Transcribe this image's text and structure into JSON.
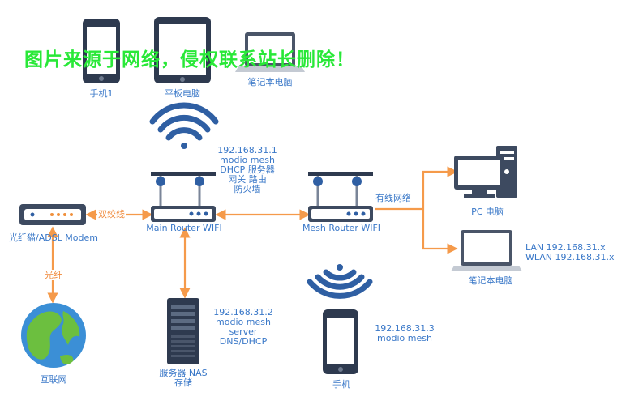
{
  "watermark": "图片来源于网络，侵权联系站长删除！",
  "devices": {
    "phone_top": "手机1",
    "tablet": "平板电脑",
    "laptop_top": "笔记本电脑",
    "modem": "光纤猫/ADSL Modem",
    "globe": "互联网",
    "main_router": "Main Router WIFI",
    "mesh_router": "Mesh Router WIFI",
    "pc": "PC 电脑",
    "laptop_right": "笔记本电脑",
    "server": "服务器 NAS存储",
    "phone_bottom": "手机"
  },
  "notes": {
    "main_router": "192.168.31.1\nmodio mesh\nDHCP 服务器\n网关 路由\n防火墙",
    "server": "192.168.31.2\nmodio mesh\nserver\nDNS/DHCP",
    "lan": "LAN 192.168.31.x\nWLAN 192.168.31.x",
    "phone_bottom": "192.168.31.3\nmodio mesh"
  },
  "links": {
    "fiber": "光纤",
    "twisted_pair": "双绞线",
    "wired_lan": "有线网络"
  },
  "colors": {
    "link": "#f59a4a",
    "device_blue": "#2f5fa3",
    "device_dark": "#2e3a4f",
    "label": "#3a78c8",
    "watermark": "#29e838"
  }
}
